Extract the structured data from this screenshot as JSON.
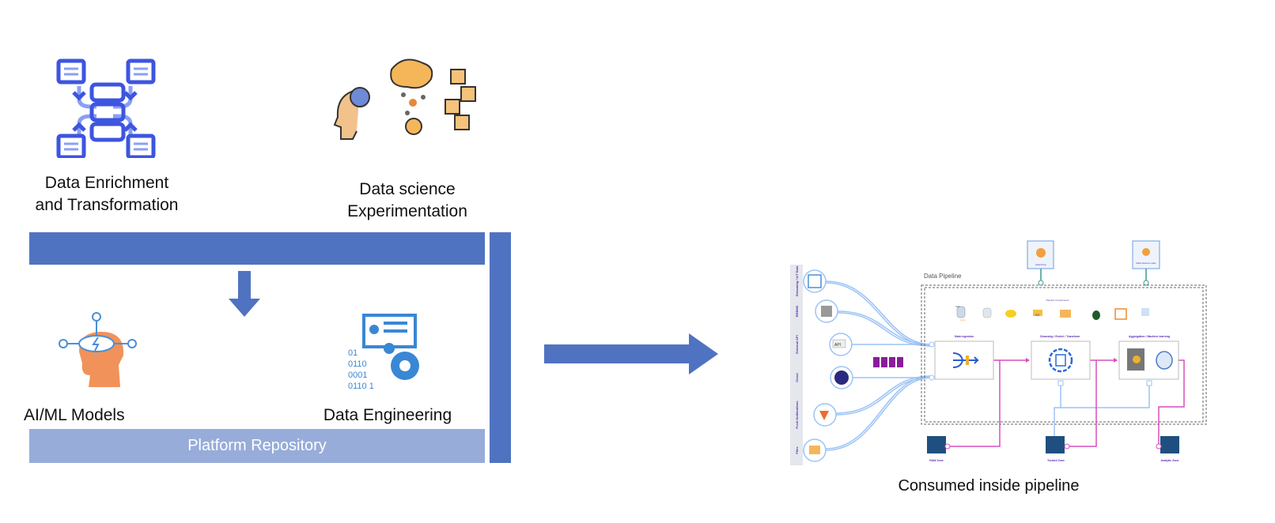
{
  "left_panel": {
    "enrichment_label_line1": "Data Enrichment",
    "enrichment_label_line2": "and Transformation",
    "science_label_line1": "Data science",
    "science_label_line2": "Experimentation",
    "aiml_label": "AI/ML Models",
    "engineering_label": "Data Engineering",
    "engineering_binary": [
      "01",
      "0110",
      "0001",
      "0110 1"
    ],
    "repository_label": "Platform Repository"
  },
  "pipeline": {
    "title": "Data Pipeline",
    "sources": [
      "Streaming / IoT Data",
      "RDBMS",
      "External API",
      "Cloud",
      "Push Notifications",
      "Files"
    ],
    "api_badge": "API",
    "data_prep": "Data Prep",
    "ds_labs": "Data Science Labs",
    "components_label": "Pipeline Components",
    "component_sql": "SQL",
    "component_query": "Query",
    "component_s3": "S3",
    "stages": [
      "Data ingestion",
      "Cleansing / Enrich / Transform",
      "Aggregation / Machine learning"
    ],
    "zones": [
      "RAW Zone",
      "Trusted Zone",
      "Analytic Zone"
    ],
    "caption": "Consumed inside pipeline"
  },
  "colors": {
    "bar_blue": "#4f73c0",
    "repository_blue": "#97acd9",
    "icon_blue": "#3d55e0",
    "flow_pink": "#d94fbf",
    "flow_lightblue": "#9cc3f5",
    "stage_label": "#5b2bb5"
  }
}
